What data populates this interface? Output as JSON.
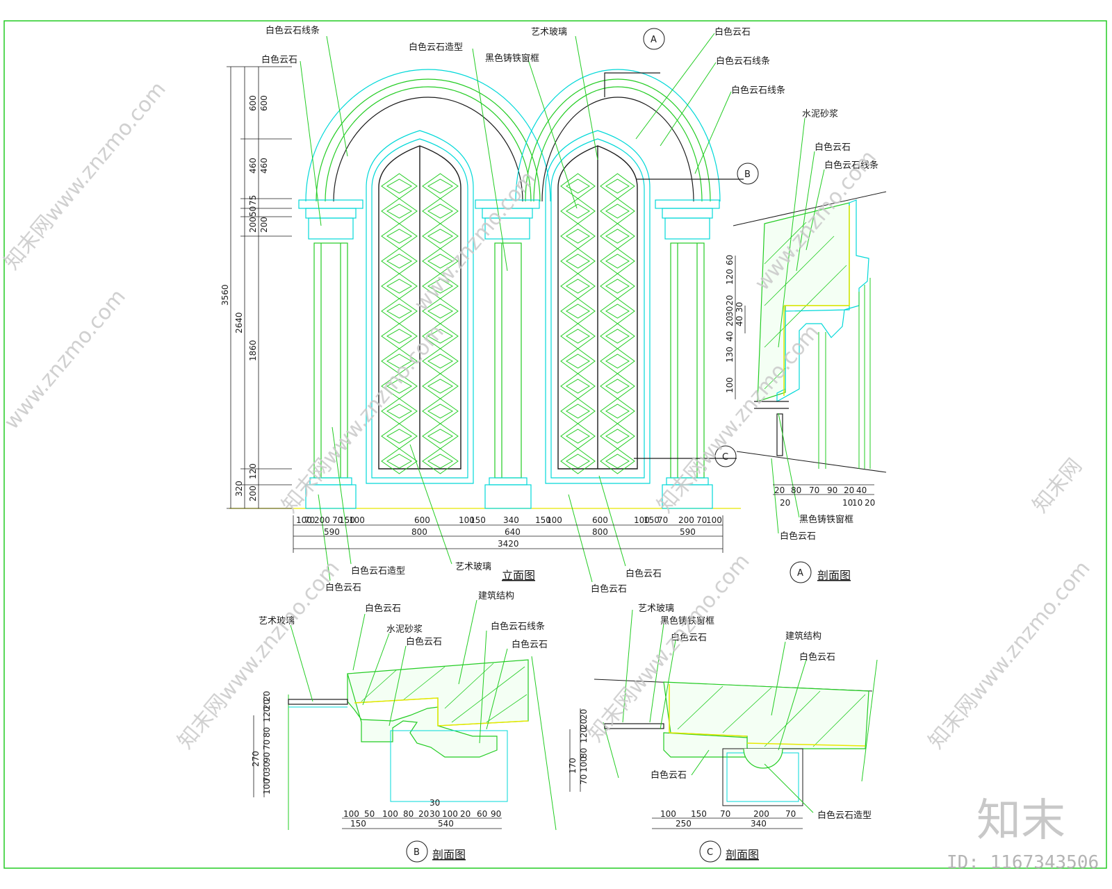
{
  "colors": {
    "green": "#22cc22",
    "cyan": "#00d8d8",
    "dark": "#1a1a1a",
    "yellow": "#e8e800",
    "bg": "#ffffff"
  },
  "elevation": {
    "title": "立面图",
    "labels": [
      "白色云石线条",
      "白色云石",
      "白色云石造型",
      "艺术玻璃",
      "黑色铸铁窗框",
      "白色云石",
      "白色云石线条",
      "白色云石线条",
      "白色云石造型",
      "艺术玻璃",
      "白色云石",
      "白色云石",
      "白色云石"
    ],
    "vdims_outer": [
      "3560"
    ],
    "vdims_mid": [
      "2640",
      "320"
    ],
    "vdims_inner": [
      "600",
      "460",
      "75",
      "50",
      "200",
      "1860",
      "120",
      "200"
    ],
    "hdims_row1": [
      "100",
      "70",
      "200",
      "70",
      "150",
      "100",
      "600",
      "100",
      "150",
      "340",
      "150",
      "100",
      "600",
      "100",
      "150",
      "70",
      "200",
      "70",
      "100"
    ],
    "hdims_row2": [
      "590",
      "800",
      "640",
      "800",
      "590"
    ],
    "hdims_total": "3420"
  },
  "markers": [
    "A",
    "B",
    "C"
  ],
  "section_a": {
    "title": "剖面图",
    "labels": [
      "水泥砂浆",
      "白色云石",
      "白色云石线条",
      "黑色铸铁窗框",
      "白色云石"
    ],
    "vdims": [
      "60",
      "120",
      "20",
      "30",
      "20",
      "40",
      "130",
      "100"
    ],
    "vdim_extra": [
      "40",
      "30"
    ],
    "hdims": [
      "20",
      "80",
      "70",
      "90",
      "20",
      "40"
    ],
    "hdims2": [
      "20",
      "10",
      "10",
      "20"
    ]
  },
  "section_b": {
    "title": "剖面图",
    "labels": [
      "艺术玻璃",
      "白色云石",
      "水泥砂浆",
      "白色云石",
      "建筑结构",
      "白色云石线条",
      "白色云石"
    ],
    "vdims": [
      "20",
      "20",
      "120",
      "80",
      "70",
      "90",
      "30",
      "70",
      "100"
    ],
    "vdim_total": "270",
    "hdims": [
      "100",
      "50",
      "100",
      "80",
      "20",
      "30",
      "100",
      "20",
      "60",
      "90"
    ],
    "hdims2": [
      "150",
      "540"
    ],
    "hdim_top": "30"
  },
  "section_c": {
    "title": "剖面图",
    "labels": [
      "艺术玻璃",
      "黑色铸铁窗框",
      "白色云石",
      "建筑结构",
      "白色云石",
      "白色云石",
      "白色云石造型"
    ],
    "vdims": [
      "20",
      "20",
      "120",
      "80",
      "100",
      "70"
    ],
    "vdim_total": "170",
    "hdims": [
      "100",
      "150",
      "70",
      "200",
      "70"
    ],
    "hdims2": [
      "250",
      "340"
    ]
  },
  "watermarks": [
    "知末网www.znzmo.com",
    "www.znzmo.com",
    "知末网"
  ],
  "logo_text": "知末",
  "id_text": "ID: 1167343506"
}
